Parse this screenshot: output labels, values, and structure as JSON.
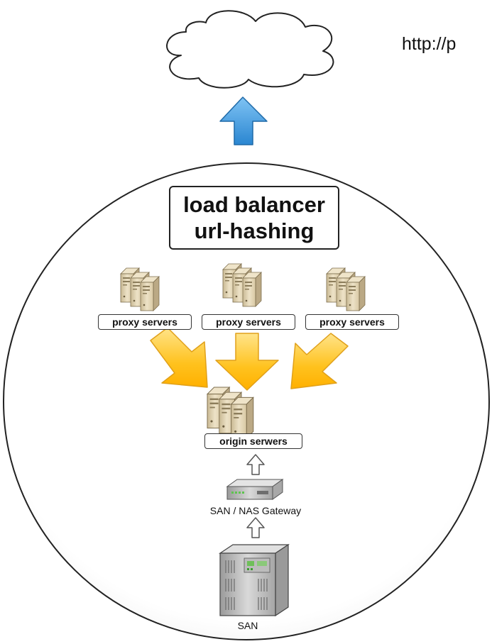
{
  "url": {
    "text": "http://p"
  },
  "load_balancer": {
    "line1": "load balancer",
    "line2": "url-hashing"
  },
  "proxy_groups": [
    {
      "label": "proxy servers"
    },
    {
      "label": "proxy servers"
    },
    {
      "label": "proxy servers"
    }
  ],
  "origin": {
    "label": "origin serwers"
  },
  "gateway": {
    "label": "SAN / NAS Gateway"
  },
  "san": {
    "label": "SAN"
  },
  "icons": [
    "cloud-icon",
    "upload-arrow-icon",
    "server-stack-icon",
    "network-device-icon",
    "storage-array-icon"
  ],
  "colors": {
    "arrow_blue": "#3a9be0",
    "arrow_yellow": "#ffc21e",
    "server_beige": "#e2d3b2"
  }
}
